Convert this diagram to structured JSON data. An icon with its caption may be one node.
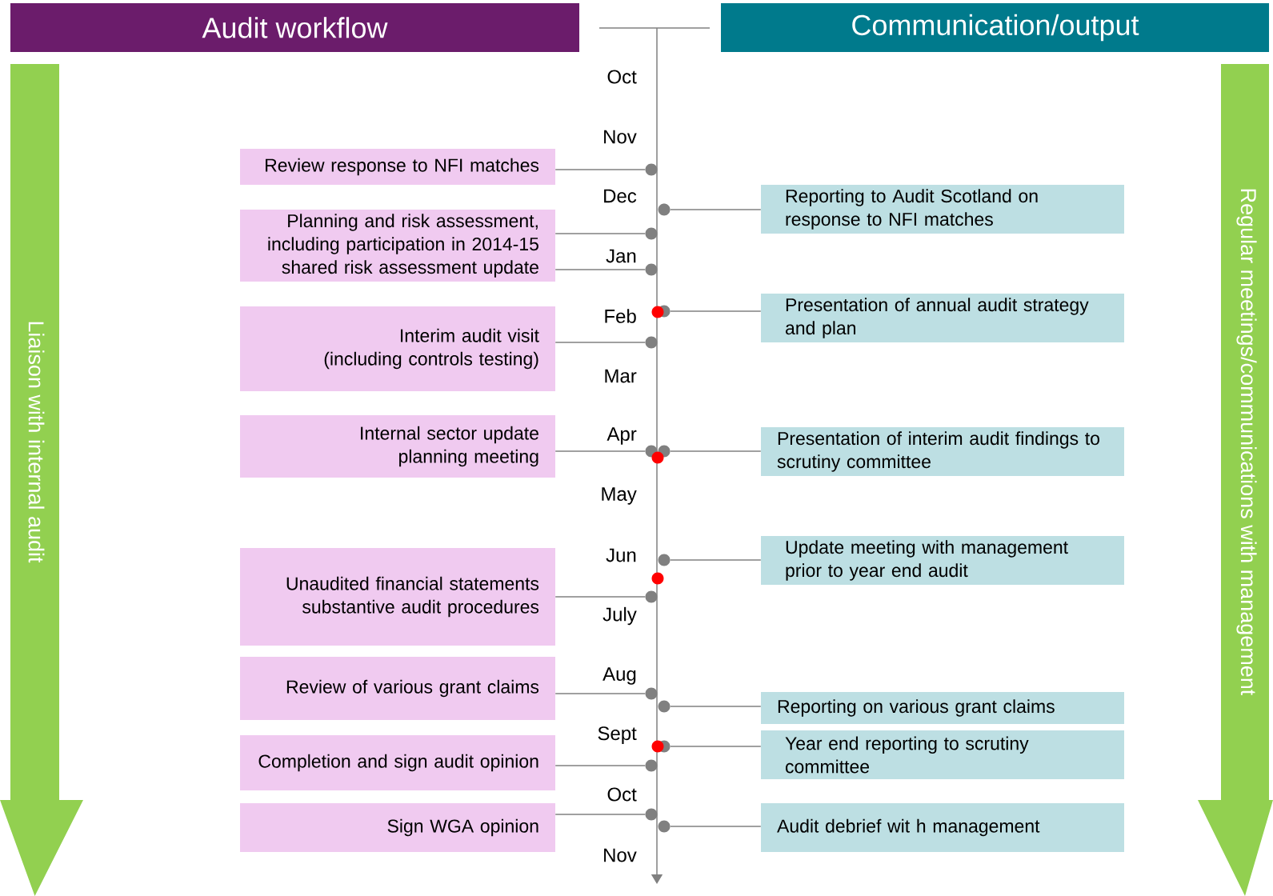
{
  "diagram": {
    "nodes": [
      {
        "text": [
          "Audit workflow"
        ]
      },
      {
        "text": [
          "Communication/output"
        ]
      },
      {
        "text": [
          "Liaison with internal audit"
        ]
      },
      {
        "text": [
          "Regular meetings/communications with management"
        ]
      },
      {
        "text": [
          "Review response to NFI matches"
        ]
      },
      {
        "text": [
          "Planning and risk assessment, including participation in 2014-15 shared risk assessment update"
        ]
      },
      {
        "text": [
          "Interim audit visit (including controls testing)"
        ]
      },
      {
        "text": [
          "Internal sector update planning meeting"
        ]
      },
      {
        "text": [
          "Unaudited financial statements substantive audit procedures"
        ]
      },
      {
        "text": [
          "Review of various grant claims"
        ]
      },
      {
        "text": [
          "Completion and sign audit opinion"
        ]
      },
      {
        "text": [
          "Sign WGA opinion"
        ]
      },
      {
        "text": [
          "Reporting to Audit Scotland on response to NFI matches"
        ]
      },
      {
        "text": [
          "Presentation of annual audit strategy and plan"
        ]
      },
      {
        "text": [
          "Presentation of interim audit findings to scrutiny committee"
        ]
      },
      {
        "text": [
          "Update meeting with management prior to year end audit"
        ]
      },
      {
        "text": [
          "Reporting on various grant claims"
        ]
      },
      {
        "text": [
          "Year end reporting to scrutiny committee"
        ]
      },
      {
        "text": [
          "Audit debrief wit h management"
        ]
      },
      {
        "text": [],
        "shape": "circle"
      },
      {
        "text": [],
        "shape": "circle"
      },
      {
        "text": [],
        "shape": "circle"
      },
      {
        "text": [],
        "shape": "circle"
      },
      {
        "text": [],
        "shape": "circle"
      },
      {
        "text": [],
        "shape": "circle"
      },
      {
        "text": [],
        "shape": "circle"
      },
      {
        "text": [],
        "shape": "circle"
      },
      {
        "text": [],
        "shape": "circle"
      },
      {
        "text": [],
        "shape": "circle"
      },
      {
        "text": [],
        "shape": "circle"
      },
      {
        "text": [],
        "shape": "circle"
      },
      {
        "text": [],
        "shape": "circle"
      },
      {
        "text": [],
        "shape": "circle"
      },
      {
        "text": [],
        "shape": "circle"
      },
      {
        "text": [],
        "shape": "circle"
      }
    ],
    "edges": [
      {
        "from": 4,
        "to": 19,
        "arrow": "none"
      },
      {
        "from": 5,
        "to": 20,
        "arrow": "none"
      },
      {
        "from": 5,
        "to": 21,
        "arrow": "none"
      },
      {
        "from": 6,
        "to": 22,
        "arrow": "none"
      },
      {
        "from": 7,
        "to": 23,
        "arrow": "none"
      },
      {
        "from": 8,
        "to": 24,
        "arrow": "none"
      },
      {
        "from": 9,
        "to": 25,
        "arrow": "none"
      },
      {
        "from": 10,
        "to": 26,
        "arrow": "none"
      },
      {
        "from": 11,
        "to": 27,
        "arrow": "none"
      },
      {
        "from": 12,
        "to": 28,
        "arrow": "none"
      },
      {
        "from": 13,
        "to": 29,
        "arrow": "none"
      },
      {
        "from": 14,
        "to": 30,
        "arrow": "none"
      },
      {
        "from": 15,
        "to": 31,
        "arrow": "none"
      },
      {
        "from": 16,
        "to": 32,
        "arrow": "none"
      },
      {
        "from": 17,
        "to": 33,
        "arrow": "none"
      },
      {
        "from": 18,
        "to": 34,
        "arrow": "none"
      }
    ],
    "labels": [
      "Oct",
      "Nov",
      "Dec",
      "Jan",
      "Feb",
      "Mar",
      "Apr",
      "May",
      "Jun",
      "July",
      "Aug",
      "Sept",
      "Oct",
      "Nov"
    ]
  }
}
